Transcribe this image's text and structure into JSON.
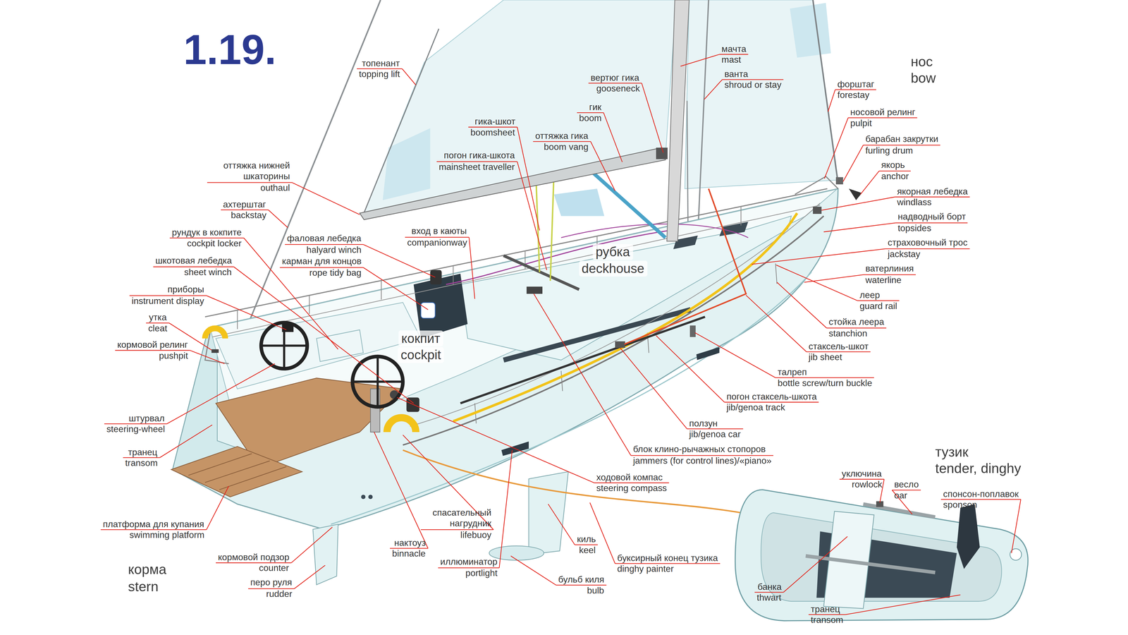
{
  "diagram": {
    "title": "1.19.",
    "labels": [
      "топенант",
      "topping lift",
      "мачта",
      "mast",
      "ванта",
      "shroud or stay",
      "вертюг гика",
      "gooseneck",
      "гик",
      "boom",
      "гика-шкот",
      "boomsheet",
      "оттяжка гика",
      "boom vang",
      "погон гика-шкота",
      "mainsheet traveller",
      "оттяжка нижней шкаторины",
      "outhaul",
      "ахтерштаг",
      "backstay",
      "фаловая лебедка",
      "halyard winch",
      "вход в каюты",
      "companionway",
      "карман для концов",
      "rope tidy bag",
      "рундук в кокпите",
      "cockpit locker",
      "шкотовая лебедка",
      "sheet winch",
      "приборы",
      "instrument display",
      "утка",
      "cleat",
      "кормовой релинг",
      "pushpit",
      "штурвал",
      "steering-wheel",
      "транец",
      "transom",
      "платформа для купания",
      "swimming platform",
      "кормовой подзор",
      "counter",
      "перо руля",
      "rudder",
      "корма",
      "stern",
      "нактоуз",
      "binnacle",
      "спасательный нагрудник",
      "lifebuoy",
      "иллюминатор",
      "portlight",
      "бульб киля",
      "bulb",
      "киль",
      "keel",
      "буксирный конец тузика",
      "dinghy painter",
      "ходовой компас",
      "steering compass",
      "блок клино-рычажных стопоров",
      "jammers (for control lines)/«piano»",
      "ползун",
      "jib/genoa car",
      "погон стаксель-шкота",
      "jib/genoa track",
      "талреп",
      "bottle screw/turn buckle",
      "стаксель-шкот",
      "jib sheet",
      "стойка леера",
      "stanchion",
      "леер",
      "guard rail",
      "ватерлиния",
      "waterline",
      "страховочный трос",
      "jackstay",
      "надводный борт",
      "topsides",
      "якорная лебедка",
      "windlass",
      "якорь",
      "anchor",
      "барабан закрутки",
      "furling drum",
      "носовой релинг",
      "pulpit",
      "форштаг",
      "forestay",
      "нос",
      "bow",
      "рубка",
      "deckhouse",
      "кокпит",
      "cockpit",
      "тузик",
      "tender, dinghy",
      "уключина",
      "rowlock",
      "весло",
      "oar",
      "спонсон-поплавок",
      "sponson",
      "банка",
      "thwart",
      "транец",
      "transom"
    ]
  }
}
